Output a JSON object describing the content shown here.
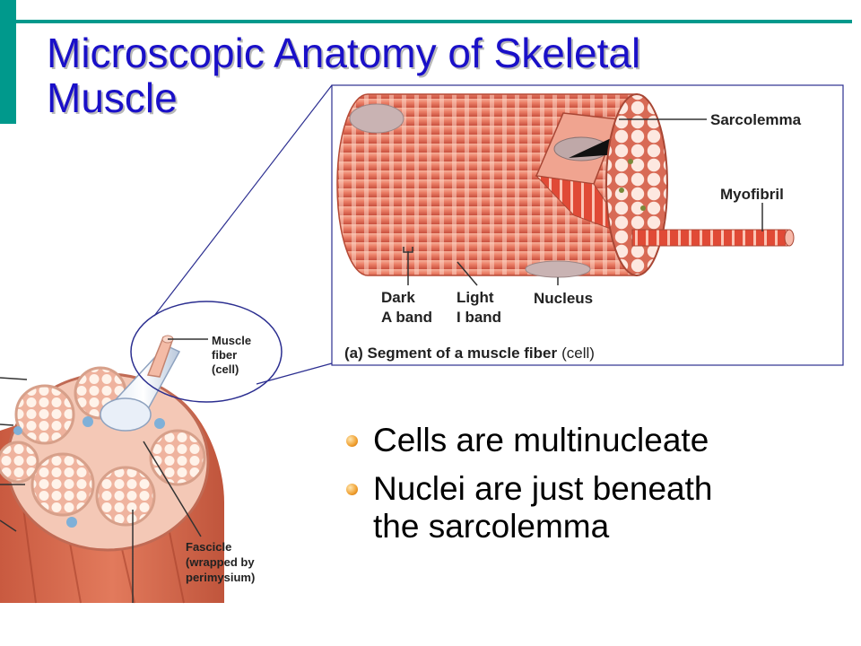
{
  "slide": {
    "title_line1": "Microscopic Anatomy of Skeletal",
    "title_line2": "Muscle",
    "accent_color": "#00998c",
    "title_color": "#1a10c8"
  },
  "figure": {
    "labels": {
      "sarcolemma": "Sarcolemma",
      "myofibril": "Myofibril",
      "dark": "Dark",
      "a_band": "A band",
      "light": "Light",
      "i_band": "I band",
      "nucleus": "Nucleus",
      "caption_prefix": "(a) Segment of a muscle fiber",
      "caption_suffix": "(cell)",
      "muscle": "Muscle",
      "fiber": "fiber",
      "cell": "(cell)",
      "fascicle": "Fascicle",
      "wrapped_by": "(wrapped by",
      "perimysium": "perimysium)"
    }
  },
  "bullets": [
    {
      "line1": "Cells are multinucleate",
      "line2": ""
    },
    {
      "line1": "Nuclei are just beneath",
      "line2": "the sarcolemma"
    }
  ]
}
